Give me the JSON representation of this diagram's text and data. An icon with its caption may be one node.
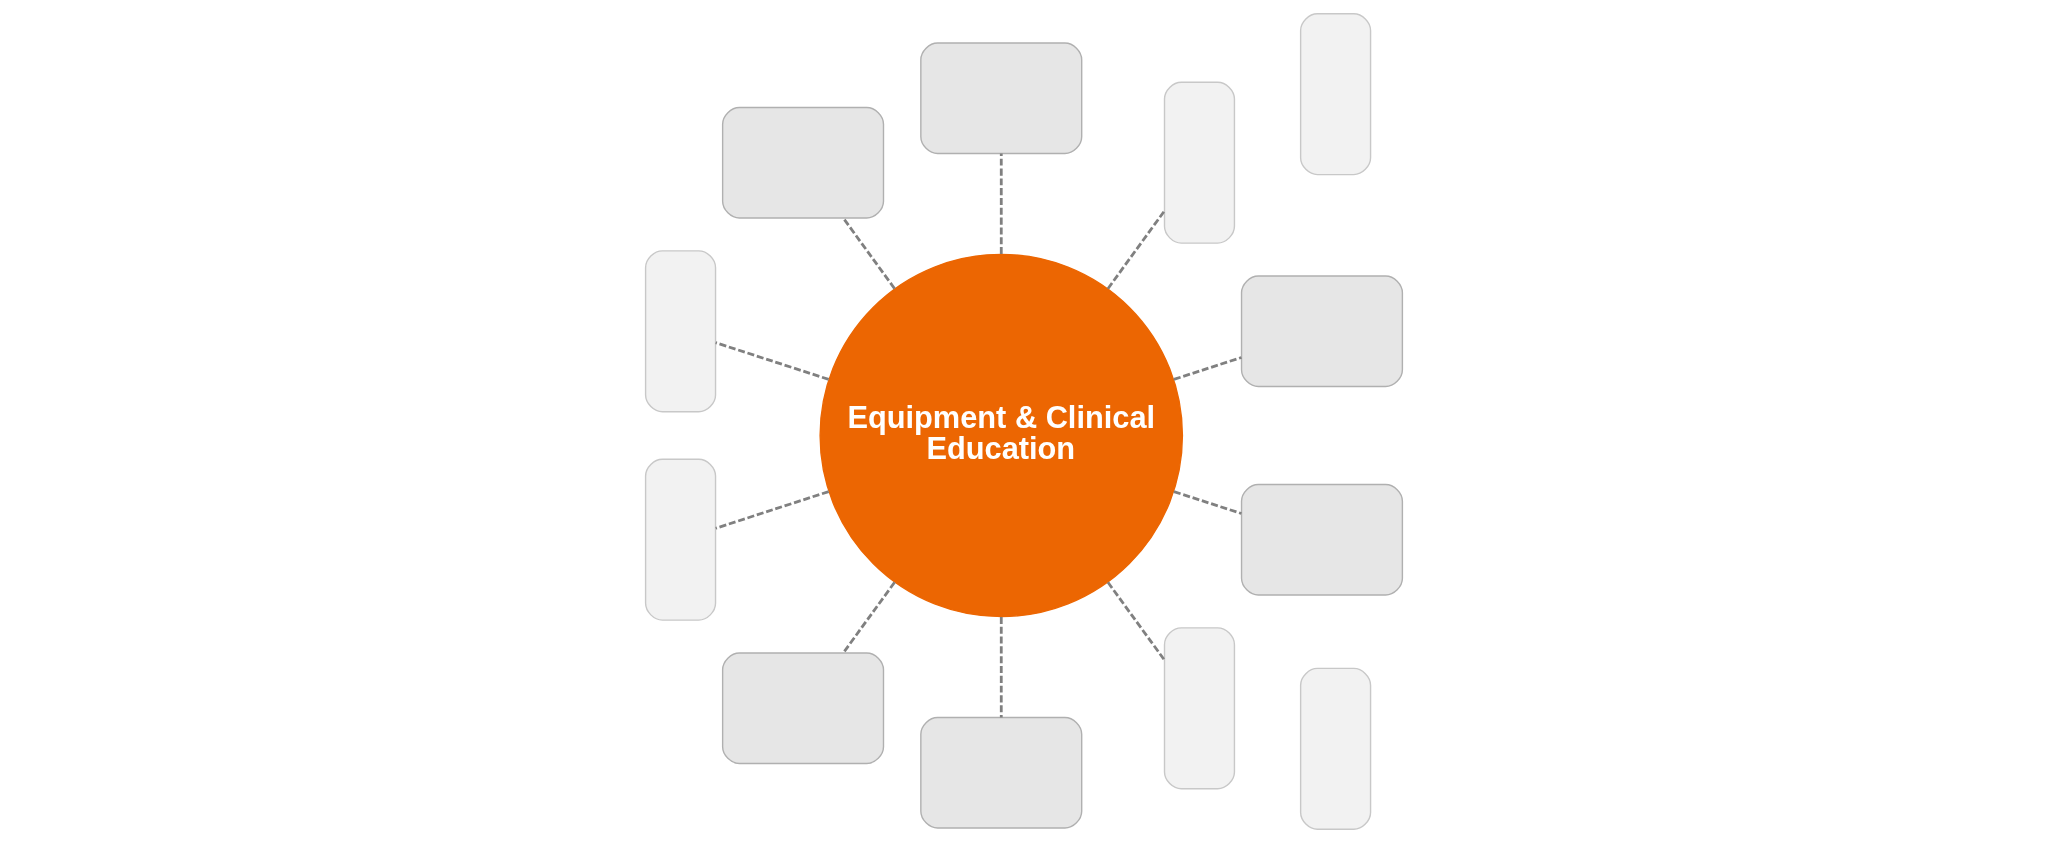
{
  "diagram": {
    "nodes": [
      {
        "text": [
          "Equipment & Clinical Education"
        ]
      },
      {
        "text": [],
        "shape": "box"
      },
      {
        "text": [],
        "shape": "person"
      },
      {
        "text": [],
        "shape": "box"
      },
      {
        "text": [],
        "shape": "box"
      },
      {
        "text": [],
        "shape": "person"
      },
      {
        "text": [],
        "shape": "person"
      },
      {
        "text": [],
        "shape": "person"
      },
      {
        "text": [],
        "shape": "box"
      },
      {
        "text": [],
        "shape": "box"
      },
      {
        "text": [],
        "shape": "person"
      },
      {
        "text": [],
        "shape": "person"
      },
      {
        "text": [],
        "shape": "box"
      }
    ],
    "edges": [
      {
        "from": 0,
        "to": 2,
        "arrow": "none",
        "style": "dashed"
      },
      {
        "from": 0,
        "to": 1,
        "arrow": "none",
        "style": "dashed"
      },
      {
        "from": 0,
        "to": 3,
        "arrow": "none",
        "style": "dashed"
      },
      {
        "from": 0,
        "to": 4,
        "arrow": "none",
        "style": "dashed"
      },
      {
        "from": 0,
        "to": 5,
        "arrow": "none",
        "style": "dashed"
      },
      {
        "from": 0,
        "to": 6,
        "arrow": "none",
        "style": "dashed"
      },
      {
        "from": 0,
        "to": 8,
        "arrow": "none",
        "style": "dashed"
      },
      {
        "from": 0,
        "to": 9,
        "arrow": "none",
        "style": "dashed"
      },
      {
        "from": 0,
        "to": 12,
        "arrow": "none",
        "style": "dashed"
      },
      {
        "from": 0,
        "to": 10,
        "arrow": "none",
        "style": "dashed"
      }
    ]
  }
}
